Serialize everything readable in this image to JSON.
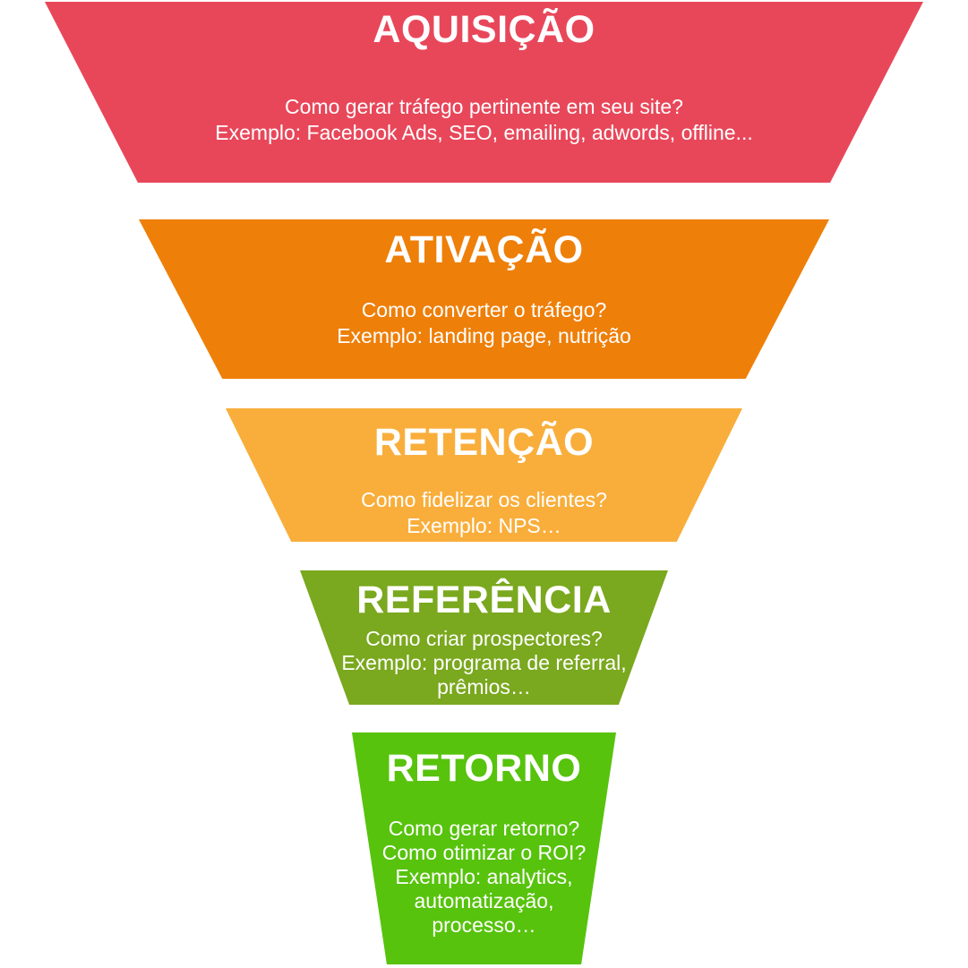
{
  "funnel": {
    "stages": [
      {
        "id": "aquisicao",
        "title": "AQUISIÇÃO",
        "color": "#E8475A",
        "lines": [
          "Como gerar tráfego pertinente em seu site?",
          "Exemplo: Facebook Ads, SEO, emailing, adwords, offline..."
        ]
      },
      {
        "id": "ativacao",
        "title": "ATIVAÇÃO",
        "color": "#EE7F09",
        "lines": [
          "Como converter o tráfego?",
          "Exemplo: landing page, nutrição"
        ]
      },
      {
        "id": "retencao",
        "title": "RETENÇÃO",
        "color": "#F9AE3B",
        "lines": [
          "Como fidelizar os clientes?",
          "Exemplo: NPS…"
        ]
      },
      {
        "id": "referencia",
        "title": "REFERÊNCIA",
        "color": "#7AA81E",
        "lines": [
          "Como criar prospectores?",
          "Exemplo: programa de referral,",
          "prêmios…"
        ]
      },
      {
        "id": "retorno",
        "title": "RETORNO",
        "color": "#57C30D",
        "lines": [
          "Como gerar retorno?",
          "Como otimizar o ROI?",
          "Exemplo: analytics,",
          "automatização,",
          "processo…"
        ]
      }
    ]
  }
}
